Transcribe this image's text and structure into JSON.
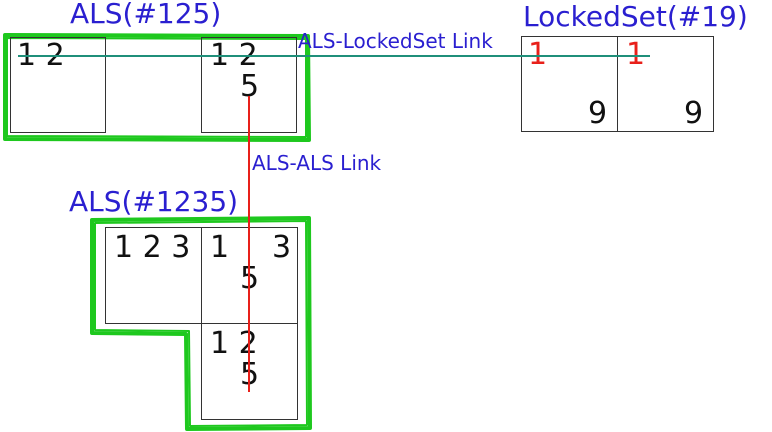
{
  "titles": {
    "als125": "ALS(#125)",
    "als1235": "ALS(#1235)",
    "lockedset": "LockedSet(#19)"
  },
  "links": {
    "als_lockedset": "ALS-LockedSet Link",
    "als_als": "ALS-ALS Link"
  },
  "cells": {
    "a1": {
      "top": "1 2"
    },
    "a2": {
      "top": "1 2",
      "middle": "5"
    },
    "l1": {
      "top": "1",
      "bottom": "9"
    },
    "l2": {
      "top": "1",
      "bottom": "9"
    },
    "b1": {
      "top": "1 2 3"
    },
    "b2": {
      "top_left": "1",
      "top_right": "3",
      "middle": "5"
    },
    "b3": {
      "top": "1 2",
      "middle": "5"
    }
  },
  "colors": {
    "als_border": "#1ec81e",
    "title_text": "#2a1fd0",
    "lockedset_link_line": "#1f8f7a",
    "als_link_line": "#e8201a",
    "highlight_candidate": "#e8201a"
  }
}
